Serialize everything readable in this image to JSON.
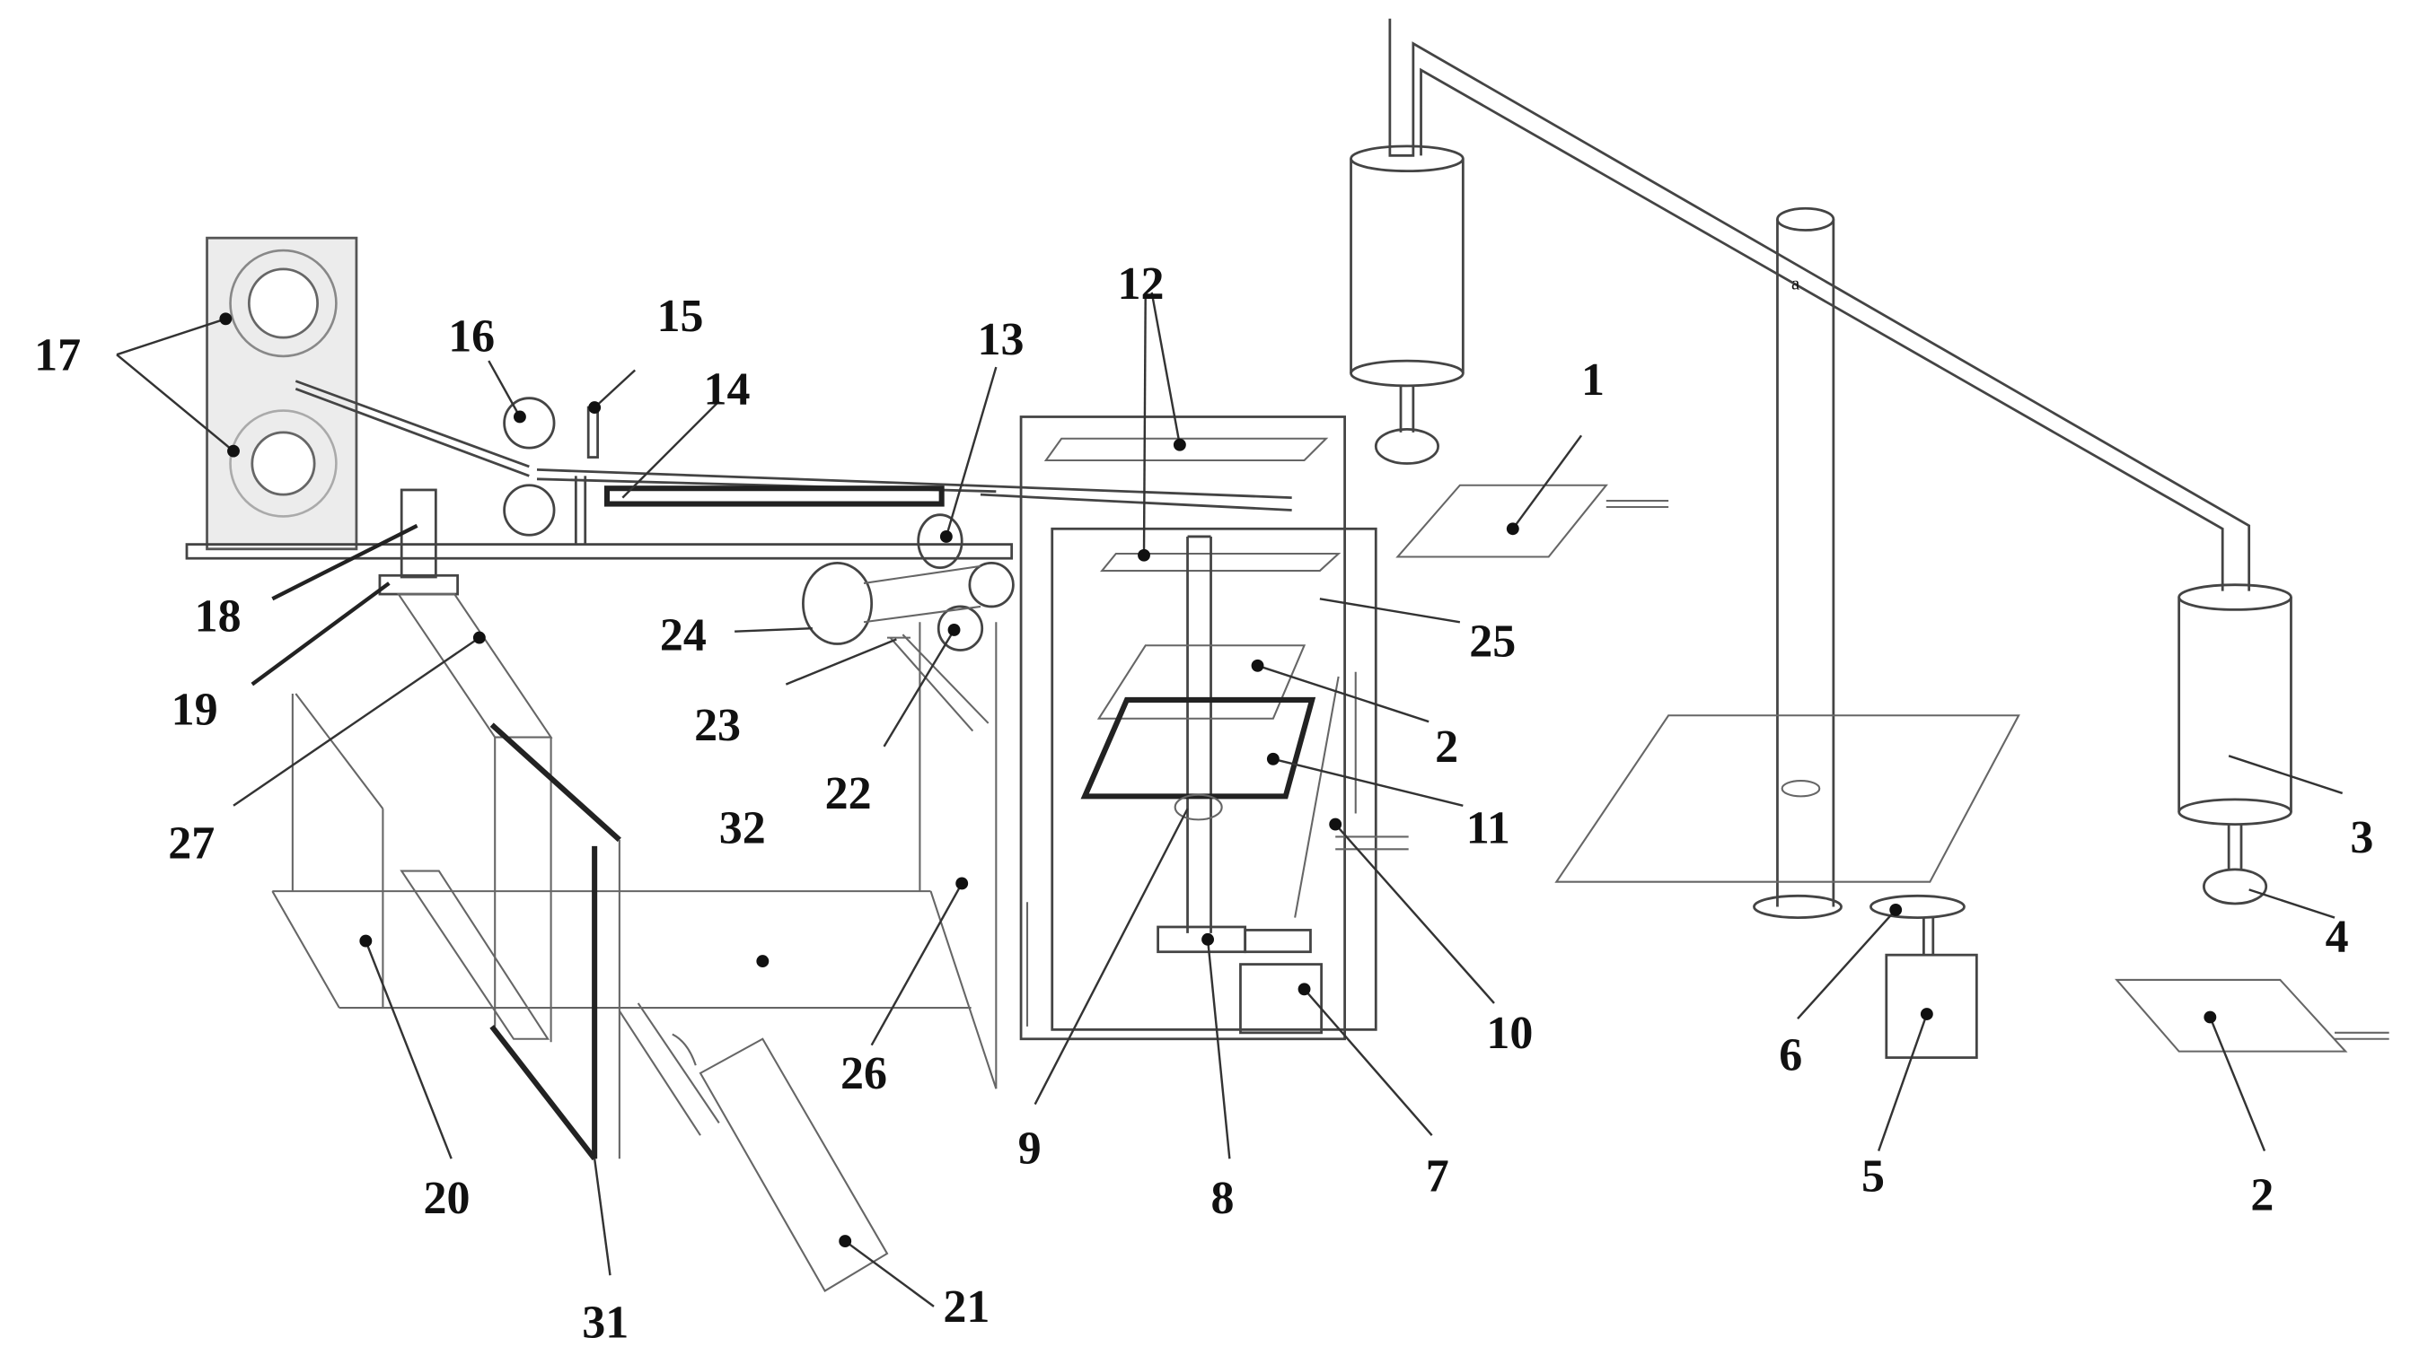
{
  "figure": {
    "type": "patent-schematic",
    "description": "Mechanical apparatus schematic with numbered reference parts",
    "labels": [
      {
        "id": "l1",
        "text": "1"
      },
      {
        "id": "l2a",
        "text": "2"
      },
      {
        "id": "l2b",
        "text": "2"
      },
      {
        "id": "l3",
        "text": "3"
      },
      {
        "id": "l4",
        "text": "4"
      },
      {
        "id": "l5",
        "text": "5"
      },
      {
        "id": "l6",
        "text": "6"
      },
      {
        "id": "l7",
        "text": "7"
      },
      {
        "id": "l8",
        "text": "8"
      },
      {
        "id": "l9",
        "text": "9"
      },
      {
        "id": "l10",
        "text": "10"
      },
      {
        "id": "l11",
        "text": "11"
      },
      {
        "id": "l12",
        "text": "12"
      },
      {
        "id": "l13",
        "text": "13"
      },
      {
        "id": "l14",
        "text": "14"
      },
      {
        "id": "l15",
        "text": "15"
      },
      {
        "id": "l16",
        "text": "16"
      },
      {
        "id": "l17",
        "text": "17"
      },
      {
        "id": "l18",
        "text": "18"
      },
      {
        "id": "l19",
        "text": "19"
      },
      {
        "id": "l20",
        "text": "20"
      },
      {
        "id": "l21",
        "text": "21"
      },
      {
        "id": "l22",
        "text": "22"
      },
      {
        "id": "l23",
        "text": "23"
      },
      {
        "id": "l24",
        "text": "24"
      },
      {
        "id": "l25",
        "text": "25"
      },
      {
        "id": "l26",
        "text": "26"
      },
      {
        "id": "l27",
        "text": "27"
      },
      {
        "id": "l31",
        "text": "31"
      },
      {
        "id": "l32",
        "text": "32"
      }
    ],
    "pivot_mark": "a"
  }
}
